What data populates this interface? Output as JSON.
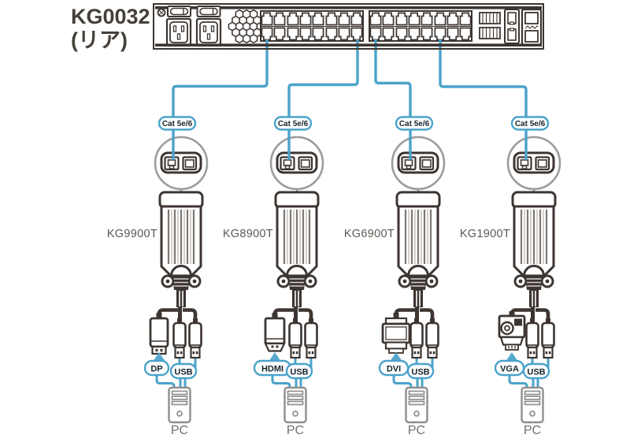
{
  "title": {
    "model": "KG0032",
    "note": "(リア)"
  },
  "colors": {
    "accent_blue": "#4BA3CB",
    "line_dark": "#3C3531",
    "zoom_circle_gray": "#9C9C9C",
    "pc_gray": "#8F8F8F"
  },
  "switch_panel": {
    "name": "KG0032",
    "view": "rear"
  },
  "groups": [
    {
      "model": "KG9900T",
      "cable_label": "Cat 5e/6",
      "video_label": "DP",
      "usb_label": "USB",
      "pc_label": "PC"
    },
    {
      "model": "KG8900T",
      "cable_label": "Cat 5e/6",
      "video_label": "HDMI",
      "usb_label": "USB",
      "pc_label": "PC"
    },
    {
      "model": "KG6900T",
      "cable_label": "Cat 5e/6",
      "video_label": "DVI",
      "usb_label": "USB",
      "pc_label": "PC"
    },
    {
      "model": "KG1900T",
      "cable_label": "Cat 5e/6",
      "video_label": "VGA",
      "usb_label": "USB",
      "pc_label": "PC"
    }
  ]
}
